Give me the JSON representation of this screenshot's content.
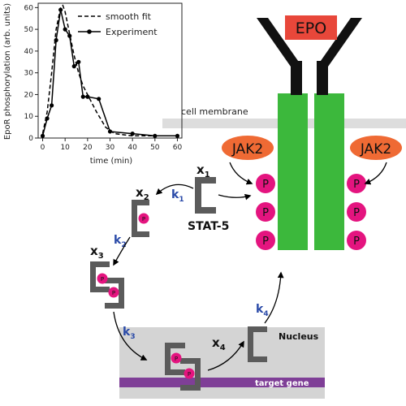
{
  "chart_data": {
    "type": "line",
    "xlabel": "time (min)",
    "ylabel": "EpoR phosphorylation (arb. units)",
    "xlim": [
      -2,
      62
    ],
    "ylim": [
      0,
      62
    ],
    "xticks": [
      0,
      10,
      20,
      30,
      40,
      50,
      60
    ],
    "yticks": [
      0,
      10,
      20,
      30,
      40,
      50,
      60
    ],
    "legend_position": "top-right",
    "series": [
      {
        "name": "smooth fit",
        "style": "dashed",
        "color": "#000000",
        "x": [
          0,
          2,
          4,
          6,
          8,
          9,
          10,
          12,
          14,
          16,
          18,
          20,
          24,
          28,
          32,
          40,
          50,
          60
        ],
        "y": [
          2,
          12,
          30,
          50,
          60,
          61,
          58,
          48,
          38,
          30,
          24,
          20,
          12,
          5,
          2,
          1,
          1,
          1
        ]
      },
      {
        "name": "Experiment",
        "style": "solid-markers",
        "color": "#000000",
        "x": [
          0,
          2,
          4,
          6,
          8,
          10,
          12,
          14,
          16,
          18,
          20,
          25,
          30,
          40,
          50,
          60
        ],
        "y": [
          1,
          9,
          15,
          45,
          59,
          50,
          47,
          33,
          35,
          19,
          19,
          18,
          3,
          2,
          1,
          1
        ]
      }
    ]
  },
  "diagram": {
    "epo_label": "EPO",
    "jak2_left": "JAK2",
    "jak2_right": "JAK2",
    "membrane_label": "cell membrane",
    "nucleus_label": "Nucleus",
    "gene_label": "target gene",
    "stat5_label": "STAT-5",
    "p_label": "P",
    "species": {
      "x1": "x",
      "x1_sub": "1",
      "x2": "x",
      "x2_sub": "2",
      "x3": "x",
      "x3_sub": "3",
      "x4": "x",
      "x4_sub": "4"
    },
    "rates": {
      "k1": "k",
      "k1_sub": "1",
      "k2": "k",
      "k2_sub": "2",
      "k3": "k",
      "k3_sub": "3",
      "k4": "k",
      "k4_sub": "4"
    }
  },
  "colors": {
    "receptor": "#3cb83c",
    "epo": "#e8473a",
    "jak2": "#ef6a34",
    "phospho": "#e4147f",
    "stat": "#5b5b5b",
    "membrane": "#dddddd",
    "nucleus": "#d4d4d4",
    "gene": "#7f3f97",
    "rate_text": "#2a4aa8"
  }
}
